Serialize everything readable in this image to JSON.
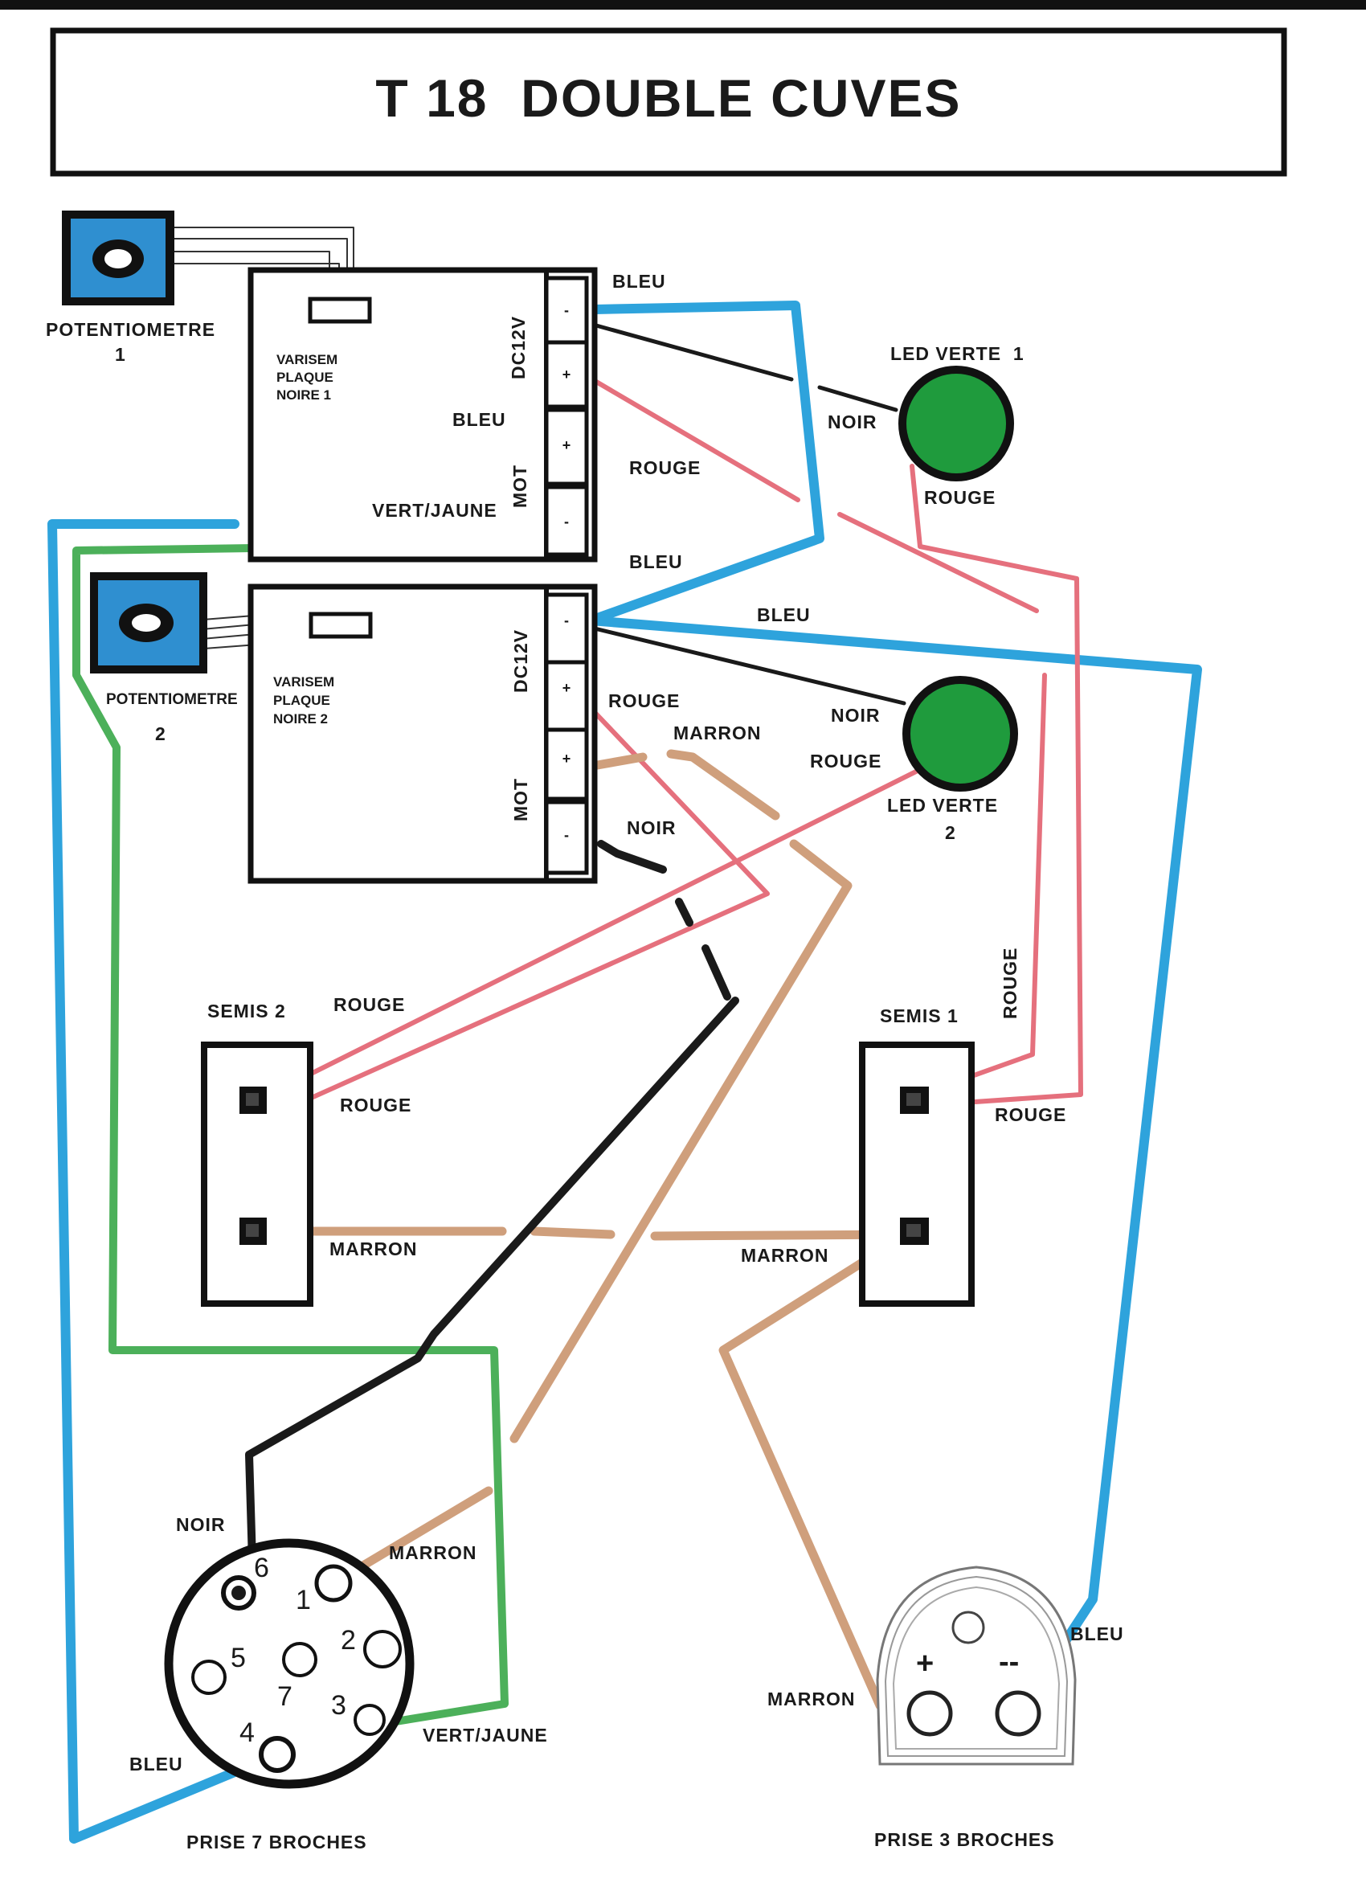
{
  "title": "T 18  DOUBLE CUVES",
  "potentiometers": [
    {
      "label": "POTENTIOMETRE",
      "number": "1"
    },
    {
      "label": "POTENTIOMETRE",
      "number": "2"
    }
  ],
  "controllers": [
    {
      "lines": [
        "VARISEM",
        "PLAQUE",
        "NOIRE 1"
      ],
      "dc_label": "DC12V",
      "mot_label": "MOT",
      "terminals": [
        "-",
        "+",
        "+",
        "-"
      ]
    },
    {
      "lines": [
        "VARISEM",
        "PLAQUE",
        "NOIRE 2"
      ],
      "dc_label": "DC12V",
      "mot_label": "MOT",
      "terminals": [
        "-",
        "+",
        "+",
        "-"
      ]
    }
  ],
  "leds": [
    {
      "label": "LED VERTE  1"
    },
    {
      "label": "LED VERTE",
      "number": "2"
    }
  ],
  "switches": [
    {
      "label": "SEMIS 2"
    },
    {
      "label": "SEMIS 1"
    }
  ],
  "wire_labels": {
    "bleu_top": "BLEU",
    "noir_led1": "NOIR",
    "bleu_mot1": "BLEU",
    "rouge_c1": "ROUGE",
    "rouge_led1": "ROUGE",
    "vert_jaune_mot1": "VERT/JAUNE",
    "bleu_mid": "BLEU",
    "bleu_right": "BLEU",
    "rouge_c2": "ROUGE",
    "marron_c2": "MARRON",
    "noir_led2": "NOIR",
    "rouge_led2": "ROUGE",
    "noir_c2": "NOIR",
    "rouge_semis2_top": "ROUGE",
    "rouge_semis2": "ROUGE",
    "marron_semis2": "MARRON",
    "rouge_vertical": "ROUGE",
    "rouge_semis1": "ROUGE",
    "marron_semis1": "MARRON",
    "noir_prise7": "NOIR",
    "marron_prise7": "MARRON",
    "vert_jaune_prise7": "VERT/JAUNE",
    "bleu_prise7": "BLEU",
    "bleu_prise3": "BLEU",
    "marron_prise3": "MARRON"
  },
  "prise7": {
    "label": "PRISE 7 BROCHES",
    "pins": [
      "1",
      "2",
      "3",
      "4",
      "5",
      "6",
      "7"
    ]
  },
  "prise3": {
    "label": "PRISE 3 BROCHES",
    "plus": "+",
    "minus": "--"
  },
  "colors": {
    "bleu": "#2ea3dc",
    "vert_jaune": "#4cb05a",
    "rouge": "#e5707d",
    "marron": "#cf9f7c",
    "noir": "#1a1a1a",
    "potentiometer_fill": "#2f8fd0",
    "led_fill": "#1f9b3d"
  }
}
